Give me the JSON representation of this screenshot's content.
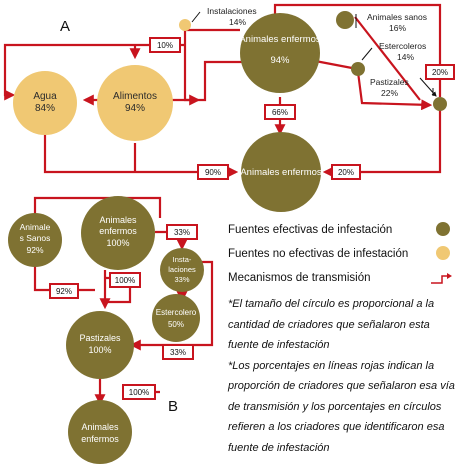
{
  "section_a": "A",
  "section_b": "B",
  "colors": {
    "effective": "#7f7232",
    "non_effective": "#f0c873",
    "transmission": "#c8141e"
  },
  "a": {
    "agua": {
      "name": "Agua",
      "pct": "84%"
    },
    "alimentos": {
      "name": "Alimentos",
      "pct": "94%"
    },
    "enfermos": {
      "name": "Animales enfermos",
      "pct": "94%"
    },
    "destino": {
      "name": "Animales enfermos"
    },
    "instalaciones": {
      "name": "Instalaciones",
      "pct": "14%"
    },
    "sanos": {
      "name": "Animales sanos",
      "pct": "16%"
    },
    "estercoleros": {
      "name": "Estercoleros",
      "pct": "14%"
    },
    "pastizales": {
      "name": "Pastizales",
      "pct": "22%"
    },
    "edges": {
      "e10": "10%",
      "e20top": "20%",
      "e66": "66%",
      "e90": "90%",
      "e20bottom": "20%"
    }
  },
  "b": {
    "sanos": {
      "line1": "Animale",
      "line2": "s Sanos",
      "pct": "92%"
    },
    "enfermos": {
      "line1": "Animales",
      "line2": "enfermos",
      "pct": "100%"
    },
    "instalaciones": {
      "line1": "Insta-",
      "line2": "laciones",
      "pct": "33%"
    },
    "estercolero": {
      "name": "Estercolero",
      "pct": "50%"
    },
    "pastizales": {
      "name": "Pastizales",
      "pct": "100%"
    },
    "destino": {
      "line1": "Animales",
      "line2": "enfermos"
    },
    "edges": {
      "e33top": "33%",
      "e92": "92%",
      "e100a": "100%",
      "e33bottom": "33%",
      "e100b": "100%"
    }
  },
  "legend": {
    "effective": "Fuentes efectivas de infestación",
    "non_effective": "Fuentes no efectivas de infestación",
    "mechanisms": "Mecanismos de transmisión",
    "note1": "*El tamaño del círculo es proporcional a la cantidad de criadores que señalaron esta fuente de infestación",
    "note2": "*Los porcentajes en líneas rojas indican la proporción de criadores que señalaron esa vía de transmisión y los porcentajes en círculos refieren a los criadores que identificaron esa fuente de infestación"
  }
}
